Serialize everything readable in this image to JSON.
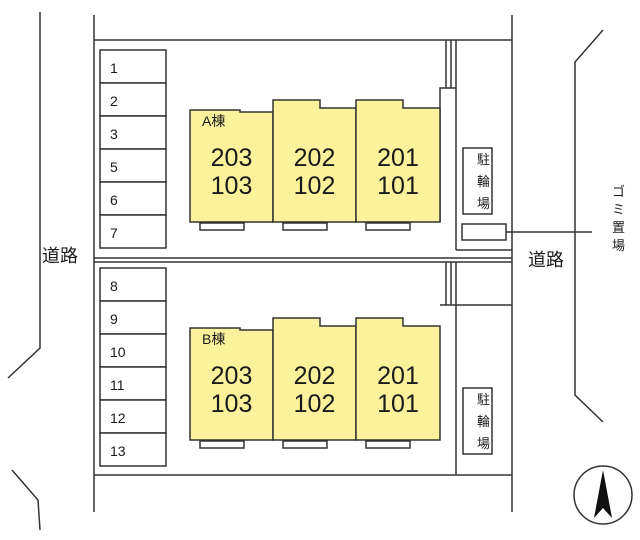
{
  "road_left_label": "道路",
  "road_right_label": "道路",
  "garbage_label": "ゴミ置場",
  "bicycle_parking_label": "駐輪場",
  "parking_spaces_top": [
    "1",
    "2",
    "3",
    "5",
    "6",
    "7"
  ],
  "parking_spaces_bottom": [
    "8",
    "9",
    "10",
    "11",
    "12",
    "13"
  ],
  "buildings": [
    {
      "name": "A棟",
      "units": [
        {
          "upper": "203",
          "lower": "103"
        },
        {
          "upper": "202",
          "lower": "102"
        },
        {
          "upper": "201",
          "lower": "101"
        }
      ]
    },
    {
      "name": "B棟",
      "units": [
        {
          "upper": "203",
          "lower": "103"
        },
        {
          "upper": "202",
          "lower": "102"
        },
        {
          "upper": "201",
          "lower": "101"
        }
      ]
    }
  ],
  "colors": {
    "building_fill": "#fbf29b",
    "line": "#333333"
  },
  "compass_icon": "north-arrow-icon"
}
